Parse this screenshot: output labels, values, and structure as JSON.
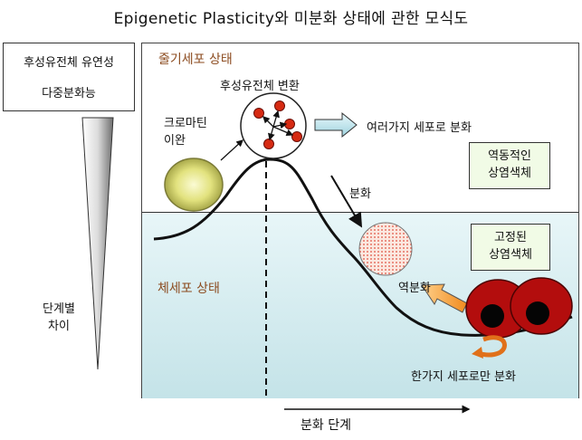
{
  "title": "Epigenetic Plasticity와 미분화 상태에 관한 모식도",
  "left_box": {
    "line1": "후성유전체 유연성",
    "line2": "다중분화능"
  },
  "stage_difference": {
    "line1": "단계별",
    "line2": "차이"
  },
  "stem_state": "줄기세포 상태",
  "somatic_state": "체세포 상태",
  "epigenome_change": "후성유전체 변환",
  "chromatin_relax": {
    "line1": "크로마틴",
    "line2": "이완"
  },
  "multi_diff": "여러가지 세포로 분화",
  "differentiation": "분화",
  "dedifferentiation": "역분화",
  "dynamic_chromosome": {
    "line1": "역동적인",
    "line2": "상염색체"
  },
  "fixed_chromosome": {
    "line1": "고정된",
    "line2": "상염색체"
  },
  "single_diff": "한가지 세포로만 분화",
  "x_axis_label": "분화 단계",
  "colors": {
    "stem_cell": "#e8e89a",
    "nucleus_red": "#d62a12",
    "committed_cell_dots": "#e05040",
    "mature_cell": "#b30d0d",
    "arrow_cyan": "#bfe6ee",
    "arrow_orange": "#f4a23c",
    "lower_bg": "#d6eef2",
    "green_box": "#f1fbe6",
    "state_text": "#8b4a1e"
  },
  "icons": [
    "stem-cell-icon",
    "nucleus-circle-icon",
    "committed-cell-icon",
    "mature-cell-icon",
    "cycle-arrow-icon"
  ]
}
